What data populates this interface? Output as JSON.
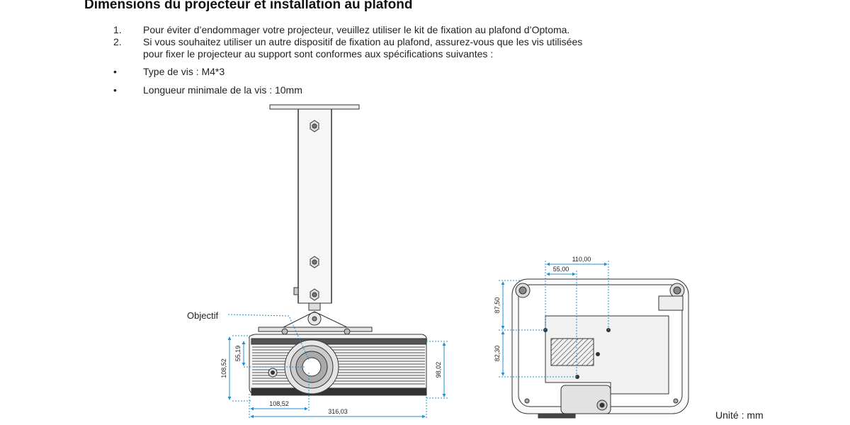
{
  "heading": "Dimensions du projecteur et installation au plafond",
  "list": [
    {
      "marker": "1.",
      "lines": [
        "Pour éviter d’endommager votre projecteur, veuillez utiliser le kit de fixation au plafond d’Optoma."
      ]
    },
    {
      "marker": "2.",
      "lines": [
        "Si vous souhaitez utiliser un autre dispositif de fixation au plafond, assurez-vous que les vis utilisées",
        "pour fixer le projecteur au support sont conformes aux spécifications suivantes :"
      ]
    }
  ],
  "bullets": [
    {
      "marker": "•",
      "text": "Type de vis : M4*3"
    },
    {
      "marker": "•",
      "text": "Longueur minimale de la vis : 10mm"
    }
  ],
  "diagram": {
    "callout_label": "Objectif",
    "front_dims": {
      "height_total": "108,52",
      "lens_height": "55,19",
      "body_height": "98,02",
      "lens_offset": "108,52",
      "width": "316,03"
    },
    "bottom_dims": {
      "span_outer": "110,00",
      "span_inner": "55,00",
      "v_upper": "87,50",
      "v_lower": "82,30"
    },
    "unit_label": "Unité : mm"
  },
  "colors": {
    "dimension_line": "#1e90d6",
    "outline": "#222222"
  }
}
